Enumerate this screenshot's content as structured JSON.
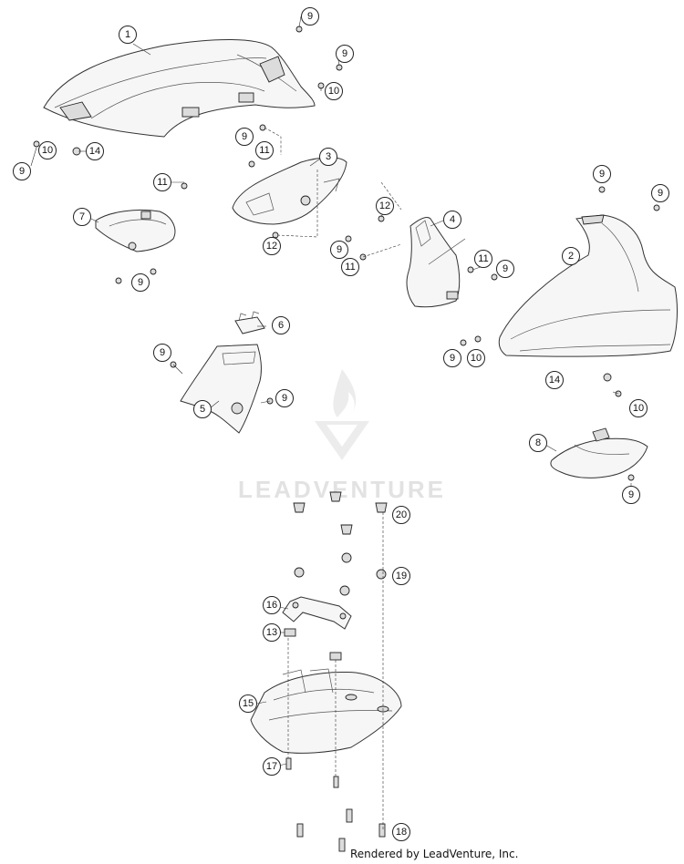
{
  "watermark": {
    "brand": "LEADVENTURE"
  },
  "footer": {
    "credit": "Rendered by LeadVenture, Inc."
  },
  "callouts": [
    {
      "id": "c-1",
      "label": "1"
    },
    {
      "id": "c-9a",
      "label": "9"
    },
    {
      "id": "c-9b",
      "label": "9"
    },
    {
      "id": "c-10a",
      "label": "10"
    },
    {
      "id": "c-10b",
      "label": "10"
    },
    {
      "id": "c-9c",
      "label": "9"
    },
    {
      "id": "c-14a",
      "label": "14"
    },
    {
      "id": "c-9d",
      "label": "9"
    },
    {
      "id": "c-11a",
      "label": "11"
    },
    {
      "id": "c-3",
      "label": "3"
    },
    {
      "id": "c-11b",
      "label": "11"
    },
    {
      "id": "c-7",
      "label": "7"
    },
    {
      "id": "c-12a",
      "label": "12"
    },
    {
      "id": "c-9e",
      "label": "9"
    },
    {
      "id": "c-12b",
      "label": "12"
    },
    {
      "id": "c-4",
      "label": "4"
    },
    {
      "id": "c-9f",
      "label": "9"
    },
    {
      "id": "c-11c",
      "label": "11"
    },
    {
      "id": "c-11d",
      "label": "11"
    },
    {
      "id": "c-9g",
      "label": "9"
    },
    {
      "id": "c-9h",
      "label": "9"
    },
    {
      "id": "c-9i",
      "label": "9"
    },
    {
      "id": "c-2",
      "label": "2"
    },
    {
      "id": "c-6",
      "label": "6"
    },
    {
      "id": "c-9j",
      "label": "9"
    },
    {
      "id": "c-9k",
      "label": "9"
    },
    {
      "id": "c-10c",
      "label": "10"
    },
    {
      "id": "c-5",
      "label": "5"
    },
    {
      "id": "c-9l",
      "label": "9"
    },
    {
      "id": "c-14b",
      "label": "14"
    },
    {
      "id": "c-10d",
      "label": "10"
    },
    {
      "id": "c-8",
      "label": "8"
    },
    {
      "id": "c-9m",
      "label": "9"
    },
    {
      "id": "c-20",
      "label": "20"
    },
    {
      "id": "c-19",
      "label": "19"
    },
    {
      "id": "c-16",
      "label": "16"
    },
    {
      "id": "c-13",
      "label": "13"
    },
    {
      "id": "c-15",
      "label": "15"
    },
    {
      "id": "c-17",
      "label": "17"
    },
    {
      "id": "c-18",
      "label": "18"
    }
  ]
}
